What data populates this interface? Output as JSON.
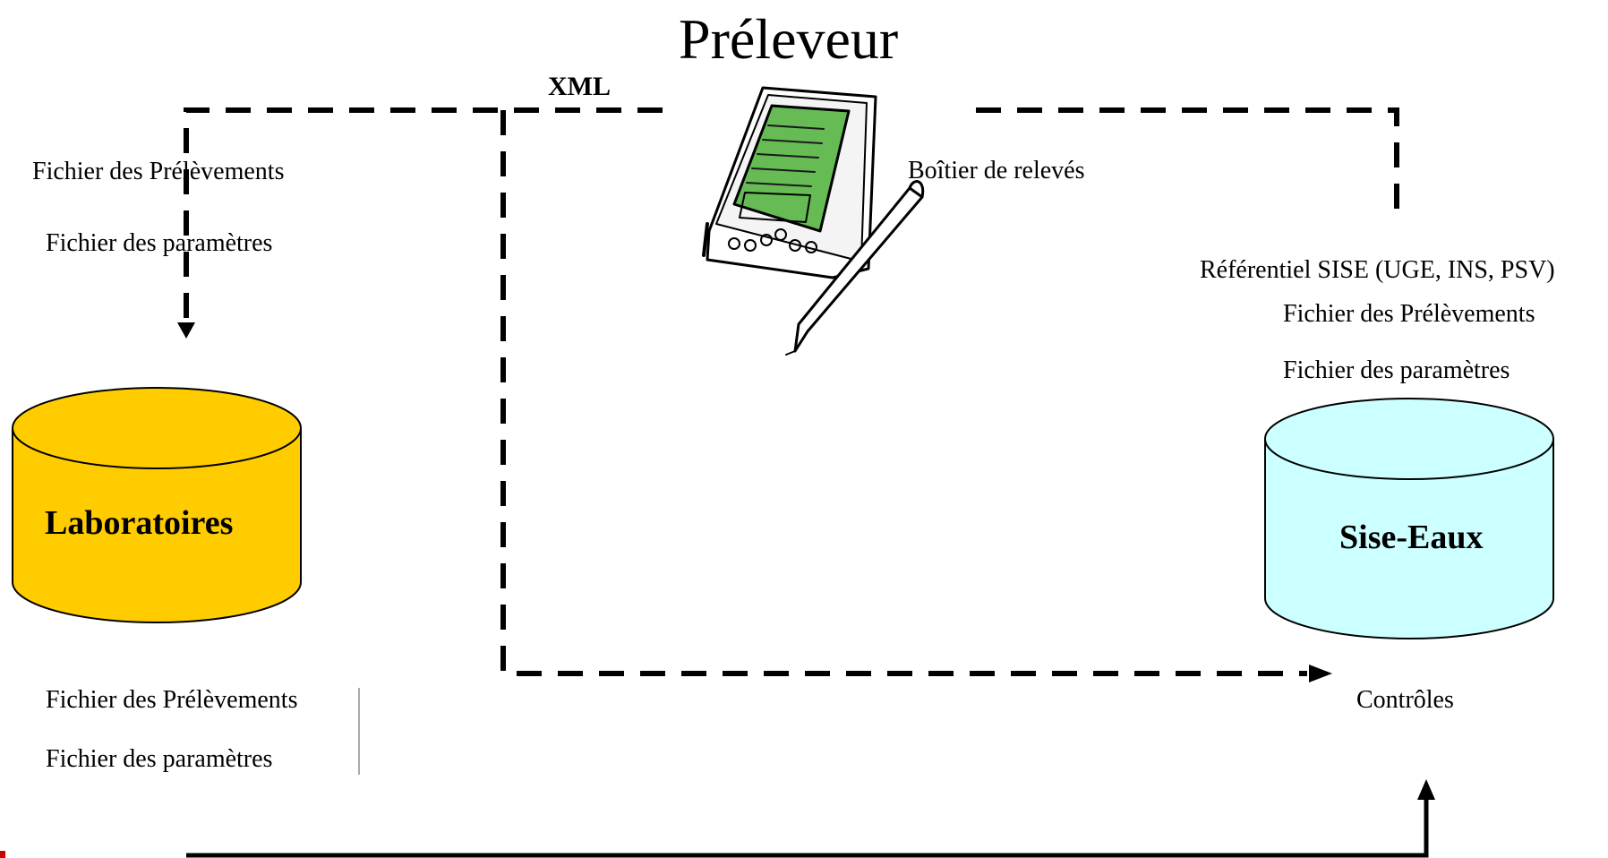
{
  "title": "Préleveur",
  "xml_label": "XML",
  "device_label": "Boîtier de relevés",
  "left_top": {
    "line1": "Fichier des Prélèvements",
    "line2": "Fichier des paramètres"
  },
  "left_bottom": {
    "line1": "Fichier des Prélèvements",
    "line2": "Fichier des paramètres"
  },
  "right_top": {
    "line0": "Référentiel SISE (UGE, INS, PSV)",
    "line1": "Fichier des Prélèvements",
    "line2": "Fichier des paramètres"
  },
  "databases": {
    "left": {
      "name": "Laboratoires",
      "color": "#FFCC00"
    },
    "right": {
      "name": "Sise-Eaux",
      "color": "#CCFFFF"
    }
  },
  "controls_label": "Contrôles"
}
